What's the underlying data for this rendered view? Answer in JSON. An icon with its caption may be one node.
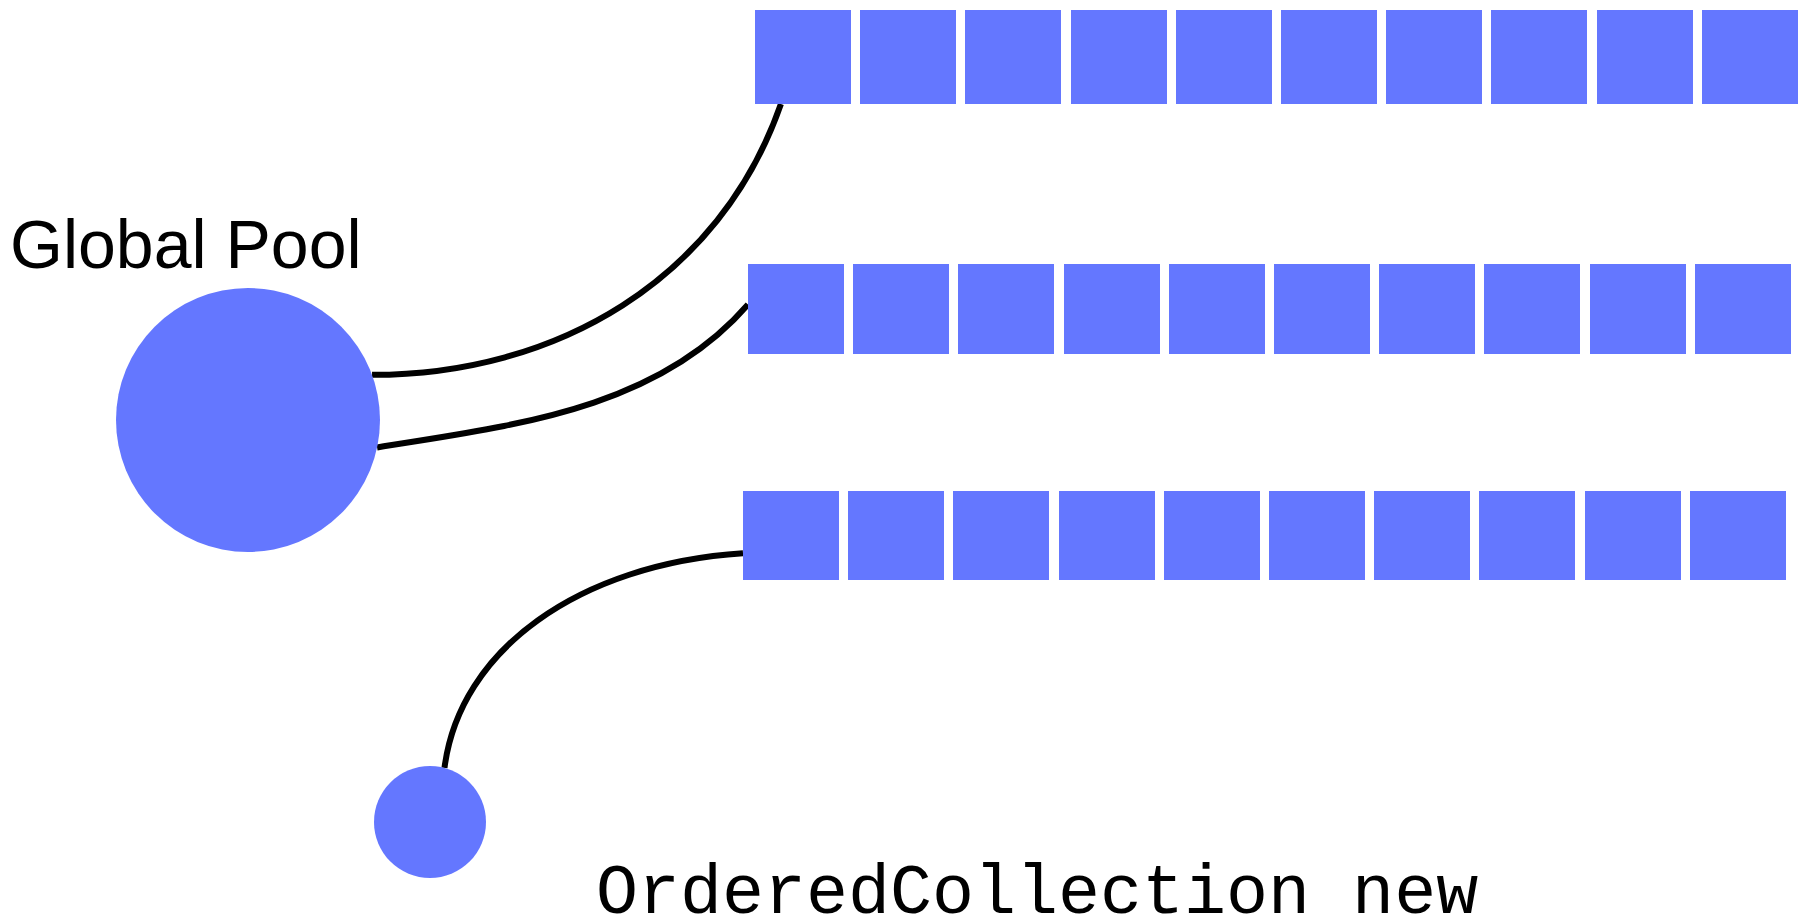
{
  "diagram": {
    "nodes": [
      {
        "text": [
          "Global Pool"
        ]
      },
      {
        "text": [],
        "shape": "box"
      },
      {
        "text": [],
        "shape": "box"
      },
      {
        "text": [],
        "shape": "box"
      },
      {
        "text": [],
        "shape": "box"
      },
      {
        "text": [],
        "shape": "box"
      },
      {
        "text": [],
        "shape": "box"
      },
      {
        "text": [],
        "shape": "box"
      },
      {
        "text": [],
        "shape": "box"
      },
      {
        "text": [],
        "shape": "box"
      },
      {
        "text": [],
        "shape": "box"
      },
      {
        "text": [],
        "shape": "box"
      },
      {
        "text": [],
        "shape": "box"
      },
      {
        "text": [],
        "shape": "box"
      },
      {
        "text": [],
        "shape": "box"
      },
      {
        "text": [],
        "shape": "box"
      },
      {
        "text": [],
        "shape": "box"
      },
      {
        "text": [],
        "shape": "box"
      },
      {
        "text": [],
        "shape": "box"
      },
      {
        "text": [],
        "shape": "box"
      },
      {
        "text": [],
        "shape": "box"
      },
      {
        "text": [],
        "shape": "box"
      },
      {
        "text": [],
        "shape": "box"
      },
      {
        "text": [],
        "shape": "box"
      },
      {
        "text": [],
        "shape": "box"
      },
      {
        "text": [],
        "shape": "box"
      },
      {
        "text": [],
        "shape": "box"
      },
      {
        "text": [],
        "shape": "box"
      },
      {
        "text": [],
        "shape": "box"
      },
      {
        "text": [],
        "shape": "box"
      },
      {
        "text": [],
        "shape": "box"
      },
      {
        "text": [],
        "shape": "circle"
      }
    ],
    "edges": [
      {
        "from": 0,
        "to": 1,
        "arrow": "none"
      },
      {
        "from": 0,
        "to": 11,
        "arrow": "none"
      },
      {
        "from": 31,
        "to": 21,
        "arrow": "none"
      }
    ],
    "labels": [
      "OrderedCollection new"
    ]
  }
}
